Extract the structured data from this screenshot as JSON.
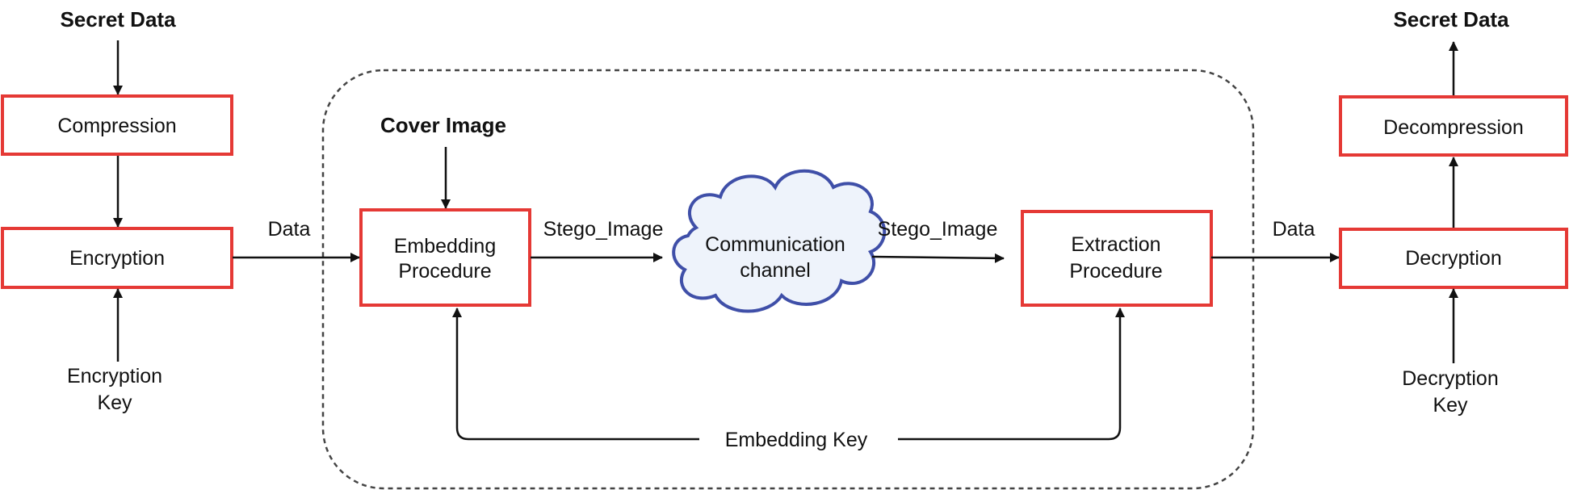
{
  "left": {
    "secret_data": "Secret Data",
    "compression": "Compression",
    "encryption": "Encryption",
    "encryption_key_line1": "Encryption",
    "encryption_key_line2": "Key",
    "data_label": "Data"
  },
  "middle": {
    "cover_image": "Cover Image",
    "embedding_line1": "Embedding",
    "embedding_line2": "Procedure",
    "stego_out": "Stego_Image",
    "channel_line1": "Communication",
    "channel_line2": "channel",
    "stego_in": "Stego_Image",
    "extraction_line1": "Extraction",
    "extraction_line2": "Procedure",
    "embedding_key": "Embedding Key"
  },
  "right": {
    "data_label": "Data",
    "secret_data": "Secret Data",
    "decompression": "Decompression",
    "decryption": "Decryption",
    "decryption_key_line1": "Decryption",
    "decryption_key_line2": "Key"
  },
  "colors": {
    "box_border": "#e53935",
    "cloud_border": "#3f4fa8",
    "cloud_fill": "#eef3fb",
    "line": "#111111",
    "dashed_border": "#444444"
  }
}
